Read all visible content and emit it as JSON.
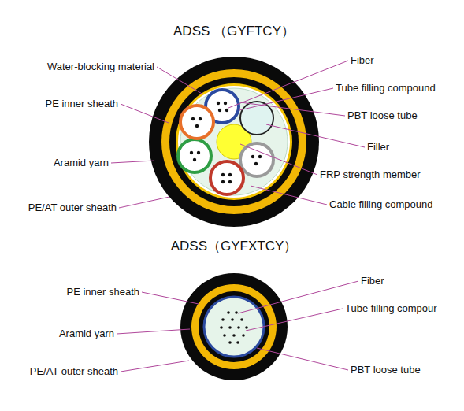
{
  "diagram": {
    "title": "ADSS （GYFTCY）",
    "labels": [
      "Water-blocking material",
      "PE inner sheath",
      "Aramid yarn",
      "PE/AT outer sheath",
      "Fiber",
      "Tube filling compound",
      "PBT loose tube",
      "Filler",
      "FRP strength member",
      "Cable filling compound",
      "ADSS（GYFXTCY）",
      "PE inner sheath",
      "Aramid yarn",
      "PE/AT outer sheath",
      "Fiber",
      "Tube filling compour",
      "PBT loose tube"
    ]
  }
}
